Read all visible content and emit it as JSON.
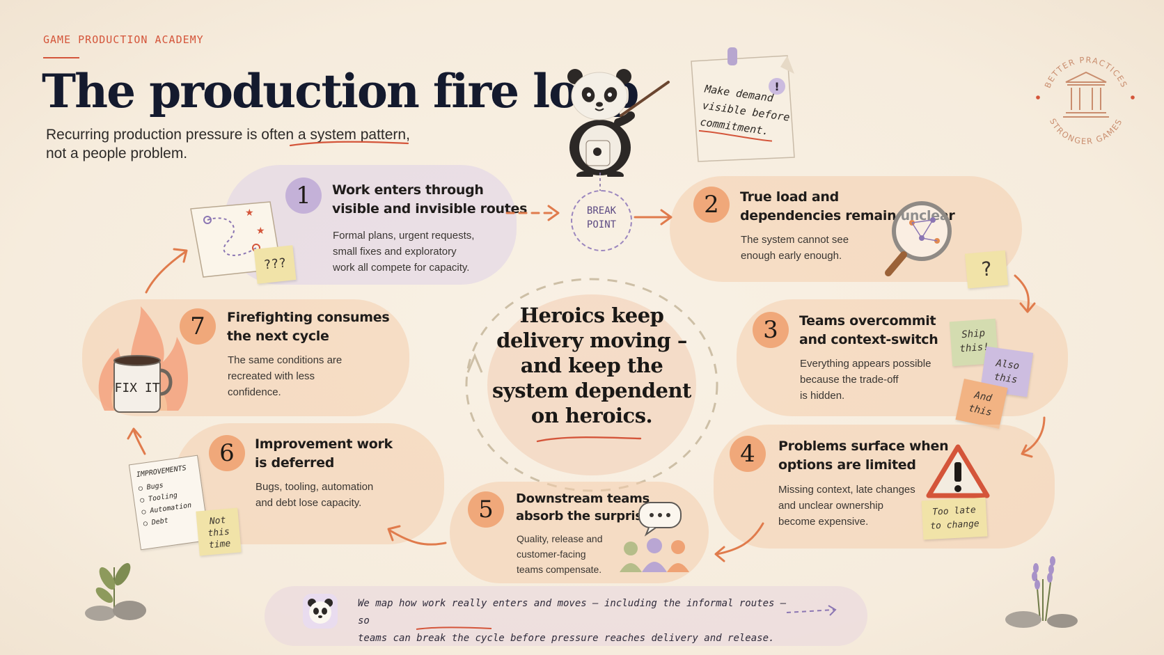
{
  "eyebrow": "GAME PRODUCTION ACADEMY",
  "title": "The production fire loop",
  "subtitle": {
    "line1_pre": "Recurring production pressure is often a ",
    "line1_highlight": "system pattern",
    "line1_post": ",",
    "line2": "not a people problem."
  },
  "badge": {
    "top_text": "BETTER PRACTICES",
    "bottom_text": "STRONGER GAMES",
    "icon": "temple-icon"
  },
  "mentor_note": {
    "line1": "Make demand",
    "line2": "visible before",
    "line3": "commitment.",
    "mark": "!"
  },
  "break_point": {
    "line1": "BREAK",
    "line2": "POINT"
  },
  "center_message": "Heroics keep delivery moving – and keep the system dependent on heroics.",
  "steps": [
    {
      "number": "1",
      "title_line1": "Work enters through",
      "title_line2": "visible and invisible routes",
      "body": [
        "Formal plans, urgent requests,",
        "small fixes and exploratory",
        "work all compete for capacity."
      ],
      "sticky": "???",
      "icon": "map-icon"
    },
    {
      "number": "2",
      "title_line1": "True load and",
      "title_line2": "dependencies remain unclear",
      "body": [
        "The system cannot see",
        "enough early enough."
      ],
      "sticky": "?",
      "icon": "magnifier-icon"
    },
    {
      "number": "3",
      "title_line1": "Teams overcommit",
      "title_line2": "and context-switch",
      "body": [
        "Everything appears possible",
        "because the trade-off",
        "is hidden."
      ],
      "stickies": [
        "Ship this!",
        "Also this",
        "And this"
      ],
      "icon": "sticky-notes-icon"
    },
    {
      "number": "4",
      "title_line1": "Problems surface when",
      "title_line2": "options are limited",
      "body": [
        "Missing context, late changes",
        "and unclear ownership",
        "become expensive."
      ],
      "sticky": "Too late to change",
      "icon": "warning-icon"
    },
    {
      "number": "5",
      "title_line1": "Downstream teams",
      "title_line2": "absorb the surprise",
      "body": [
        "Quality, release and",
        "customer-facing",
        "teams compensate."
      ],
      "icon": "people-icon"
    },
    {
      "number": "6",
      "title_line1": "Improvement work",
      "title_line2": "is deferred",
      "body": [
        "Bugs, tooling, automation",
        "and debt lose capacity."
      ],
      "checklist": {
        "heading": "IMPROVEMENTS",
        "items": [
          "Bugs",
          "Tooling",
          "Automation",
          "Debt"
        ]
      },
      "sticky": "Not this time",
      "icon": "checklist-icon"
    },
    {
      "number": "7",
      "title_line1": "Firefighting consumes",
      "title_line2": "the next cycle",
      "body": [
        "The same conditions are",
        "recreated with less",
        "confidence."
      ],
      "mug": "FIX IT",
      "icon": "fire-mug-icon"
    }
  ],
  "footer": {
    "line1": "We map how work really enters and moves — including the informal routes — so",
    "line2_pre": "teams can ",
    "line2_highlight": "break the cycle",
    "line2_post": " before pressure reaches delivery and release."
  },
  "colors": {
    "accent": "#d4553a",
    "purple": "#c4b1d8",
    "orange": "#f0a87a",
    "ink": "#141a2e"
  }
}
